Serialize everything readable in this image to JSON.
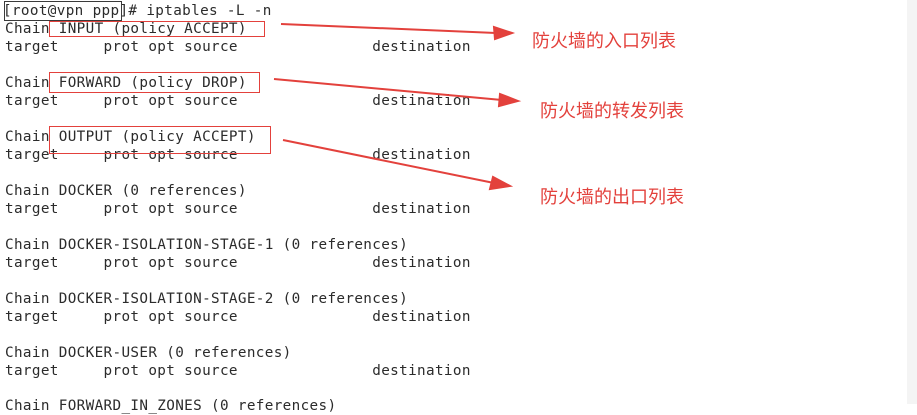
{
  "terminal": {
    "prompt": "[root@vpn ppp]# iptables -L -n",
    "lines": [
      "Chain INPUT (policy ACCEPT)",
      "target     prot opt source               destination",
      "",
      "Chain FORWARD (policy DROP)",
      "target     prot opt source               destination",
      "",
      "Chain OUTPUT (policy ACCEPT)",
      "target     prot opt source               destination",
      "",
      "Chain DOCKER (0 references)",
      "target     prot opt source               destination",
      "",
      "Chain DOCKER-ISOLATION-STAGE-1 (0 references)",
      "target     prot opt source               destination",
      "",
      "Chain DOCKER-ISOLATION-STAGE-2 (0 references)",
      "target     prot opt source               destination",
      "",
      "Chain DOCKER-USER (0 references)",
      "target     prot opt source               destination",
      "",
      "Chain FORWARD_IN_ZONES (0 references)"
    ]
  },
  "annotations": [
    {
      "label": "防火墙的入口列表"
    },
    {
      "label": "防火墙的转发列表"
    },
    {
      "label": "防火墙的出口列表"
    }
  ],
  "colors": {
    "annotation": "#e3413c",
    "text": "#2b2b2b",
    "background": "#ffffff"
  }
}
